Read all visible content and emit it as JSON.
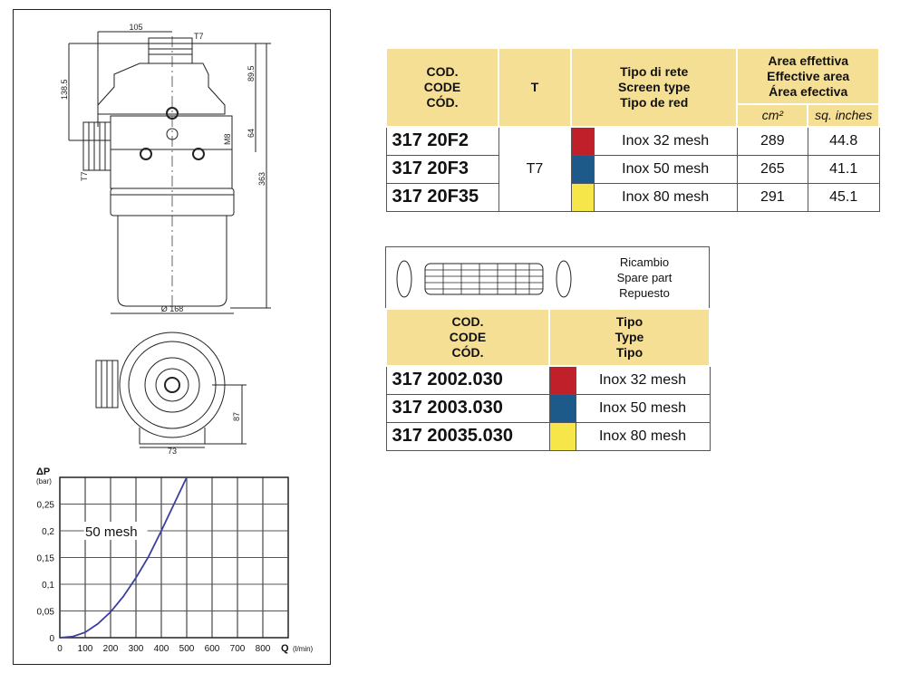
{
  "drawing": {
    "dim_top_width": "105",
    "dim_thread_top": "T7",
    "dim_left_height": "138.5",
    "dim_right_upper": "89.5",
    "dim_right_mid": "64",
    "dim_bolt": "M8",
    "dim_inlet_thread": "T7",
    "dim_total_height": "363",
    "dim_diameter": "Ø 168",
    "dim_base_width": "73",
    "dim_base_height": "87"
  },
  "chart_data": {
    "type": "line",
    "title": "",
    "ylabel": "ΔP",
    "ylabel_unit": "(bar)",
    "xlabel": "Q",
    "xlabel_unit": "(l/min)",
    "xlim": [
      0,
      900
    ],
    "ylim": [
      0,
      0.3
    ],
    "grid": true,
    "x_ticks": [
      "0",
      "100",
      "200",
      "300",
      "400",
      "500",
      "600",
      "700",
      "800"
    ],
    "y_ticks": [
      "0",
      "0,05",
      "0,1",
      "0,15",
      "0,2",
      "0,25"
    ],
    "series": [
      {
        "name": "50 mesh",
        "color": "#3b3fa0",
        "x": [
          0,
          50,
          100,
          150,
          200,
          250,
          300,
          350,
          400,
          450,
          500
        ],
        "y": [
          0,
          0.002,
          0.01,
          0.026,
          0.048,
          0.077,
          0.112,
          0.152,
          0.2,
          0.25,
          0.3
        ]
      }
    ],
    "annotation": "50 mesh"
  },
  "table1": {
    "headers": {
      "code": [
        "COD.",
        "CODE",
        "CÓD."
      ],
      "t": "T",
      "type": [
        "Tipo di rete",
        "Screen type",
        "Tipo de red"
      ],
      "area": [
        "Area effettiva",
        "Effective area",
        "Área efectiva"
      ],
      "unit_cm": "cm²",
      "unit_in": "sq. inches"
    },
    "t_value": "T7",
    "rows": [
      {
        "code": "317 20F2",
        "color": "#c0202a",
        "type": "Inox 32 mesh",
        "cm2": "289",
        "sqin": "44.8"
      },
      {
        "code": "317 20F3",
        "color": "#1d5a8a",
        "type": "Inox 50 mesh",
        "cm2": "265",
        "sqin": "41.1"
      },
      {
        "code": "317 20F35",
        "color": "#f6e64a",
        "type": "Inox 80 mesh",
        "cm2": "291",
        "sqin": "45.1"
      }
    ]
  },
  "table2": {
    "spare_label": [
      "Ricambio",
      "Spare part",
      "Repuesto"
    ],
    "headers": {
      "code": [
        "COD.",
        "CODE",
        "CÓD."
      ],
      "type": [
        "Tipo",
        "Type",
        "Tipo"
      ]
    },
    "rows": [
      {
        "code": "317 2002.030",
        "color": "#c0202a",
        "type": "Inox 32 mesh"
      },
      {
        "code": "317 2003.030",
        "color": "#1d5a8a",
        "type": "Inox 50 mesh"
      },
      {
        "code": "317 20035.030",
        "color": "#f6e64a",
        "type": "Inox 80 mesh"
      }
    ]
  }
}
